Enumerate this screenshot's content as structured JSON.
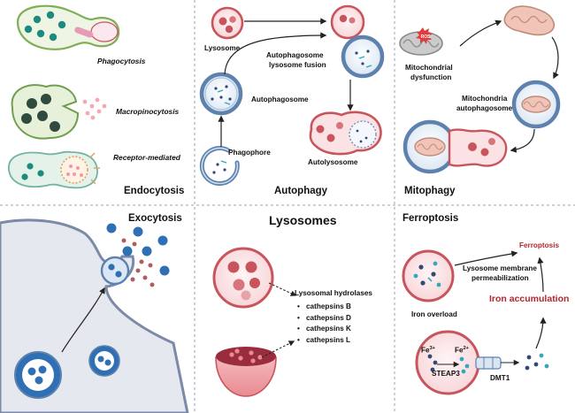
{
  "endocytosis": {
    "title": "Endocytosis",
    "phagocytosis": "Phagocytosis",
    "macropinocytosis": "Macropinocytosis",
    "receptor_mediated": "Receptor-mediated"
  },
  "autophagy": {
    "title": "Autophagy",
    "lysosome": "Lysosome",
    "fusion_line1": "Autophagosome",
    "fusion_line2": "lysosome fusion",
    "autophagosome": "Autophagosome",
    "phagophore": "Phagophore",
    "autolysosome": "Autolysosome"
  },
  "mitophagy": {
    "title": "Mitophagy",
    "ros": "ROS",
    "dysfunction_line1": "Mitochondrial",
    "dysfunction_line2": "dysfunction",
    "ma_line1": "Mitochondria",
    "ma_line2": "autophagosome"
  },
  "exocytosis": {
    "title": "Exocytosis"
  },
  "lysosomes": {
    "title": "Lysosomes",
    "hydrolases_heading": "Lysosomal hydrolases",
    "hydrolases": [
      "cathepsins B",
      "cathepsins D",
      "cathepsins K",
      "cathepsins L"
    ]
  },
  "ferroptosis": {
    "title": "Ferroptosis",
    "outcome": "Ferroptosis",
    "lmp_line1": "Lysosome membrane",
    "lmp_line2": "permeabilization",
    "iron_accumulation": "Iron accumulation",
    "iron_overload": "Iron overload",
    "fe3_base": "Fe",
    "fe3_sup": "3+",
    "fe2_base": "Fe",
    "fe2_sup": "2+",
    "steap3": "STEAP3",
    "dmt1": "DMT1"
  },
  "colors": {
    "membrane_blue": "#5e82ad",
    "lysosome_red": "#c8555c",
    "lysosome_fill": "#fbe3e5",
    "cell_green": "#eef5e4",
    "cell_grey": "#e5e8ee",
    "accent_red": "#b3262e",
    "mito_brown": "#c08a78"
  }
}
